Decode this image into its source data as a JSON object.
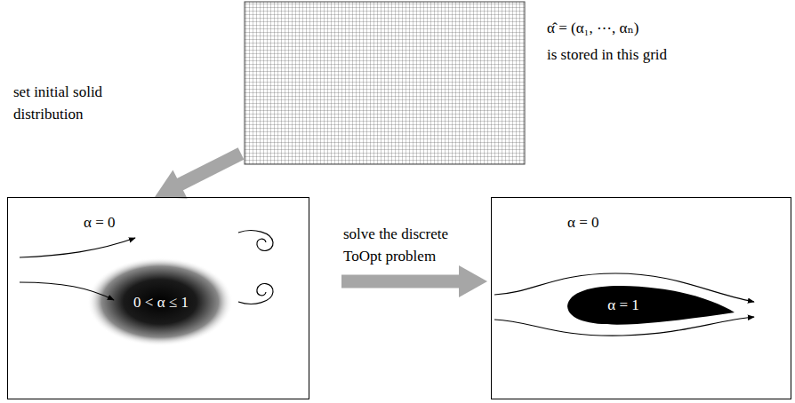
{
  "diagram": {
    "nodes": [
      {
        "text": [
          "α̂ = (α₁, ⋯, αₙ)",
          "is stored in this grid"
        ]
      },
      {
        "text": [
          "α = 0",
          "0 < α ≤ 1"
        ]
      },
      {
        "text": [
          "α = 0",
          "α = 1"
        ]
      }
    ],
    "edges": [
      {
        "from": 0,
        "to": 1,
        "arrow": "to",
        "label": "set initial solid distribution"
      },
      {
        "from": 1,
        "to": 2,
        "arrow": "to",
        "label": "solve the discrete ToOpt problem"
      }
    ]
  }
}
